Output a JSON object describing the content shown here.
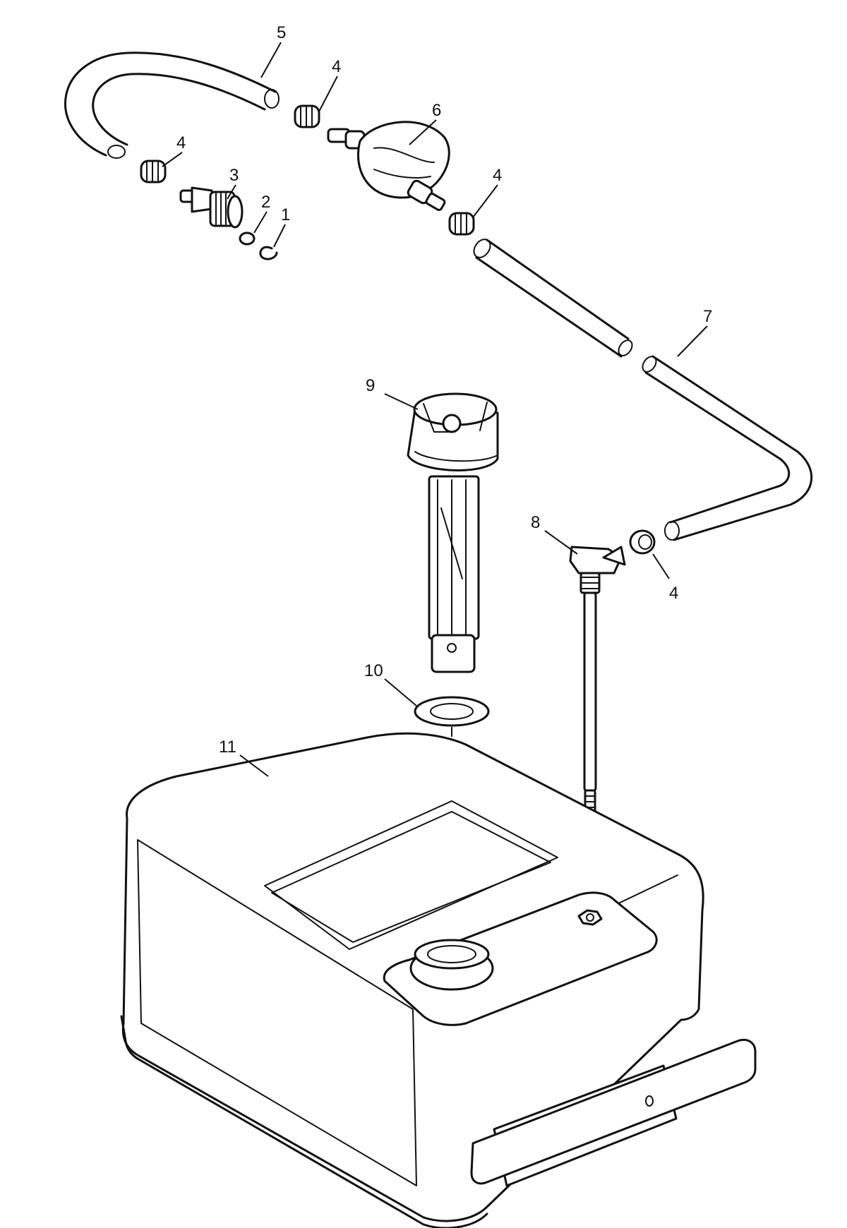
{
  "diagram": {
    "callouts": [
      {
        "id": "callout-1",
        "text": "1"
      },
      {
        "id": "callout-2",
        "text": "2"
      },
      {
        "id": "callout-3",
        "text": "3"
      },
      {
        "id": "callout-4a",
        "text": "4"
      },
      {
        "id": "callout-4b",
        "text": "4"
      },
      {
        "id": "callout-4c",
        "text": "4"
      },
      {
        "id": "callout-4d",
        "text": "4"
      },
      {
        "id": "callout-5",
        "text": "5"
      },
      {
        "id": "callout-6",
        "text": "6"
      },
      {
        "id": "callout-7",
        "text": "7"
      },
      {
        "id": "callout-8",
        "text": "8"
      },
      {
        "id": "callout-9",
        "text": "9"
      },
      {
        "id": "callout-10",
        "text": "10"
      },
      {
        "id": "callout-11",
        "text": "11"
      }
    ],
    "colors": {
      "line": "#111111",
      "background": "#ffffff"
    }
  }
}
